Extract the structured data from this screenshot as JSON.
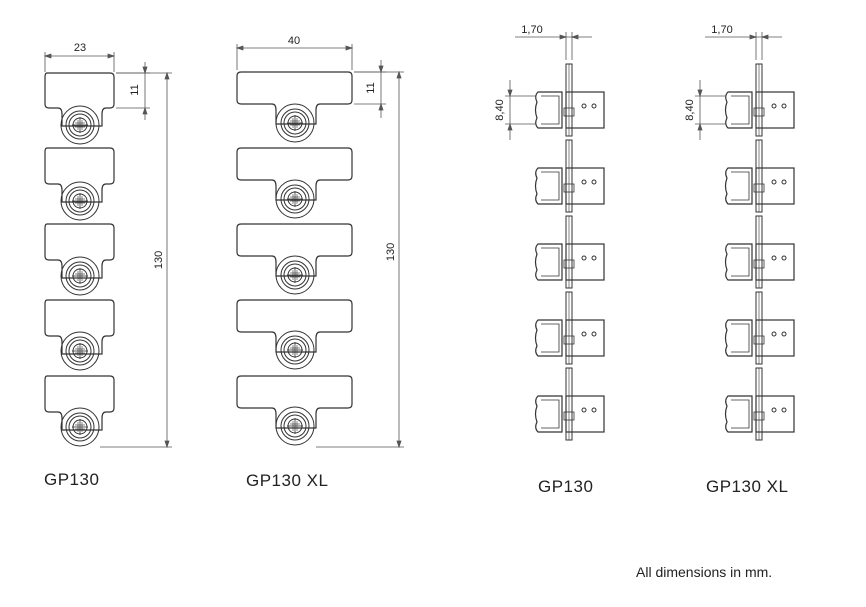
{
  "front_views": [
    {
      "caption": "GP130",
      "width_dim": "23",
      "tab_dim": "11",
      "height_dim": "130"
    },
    {
      "caption": "GP130 XL",
      "width_dim": "40",
      "tab_dim": "11",
      "height_dim": "130"
    }
  ],
  "side_views": [
    {
      "caption": "GP130",
      "pin_dim": "1,70",
      "depth_dim": "8,40"
    },
    {
      "caption": "GP130 XL",
      "pin_dim": "1,70",
      "depth_dim": "8,40"
    }
  ],
  "footnote": "All dimensions in mm."
}
